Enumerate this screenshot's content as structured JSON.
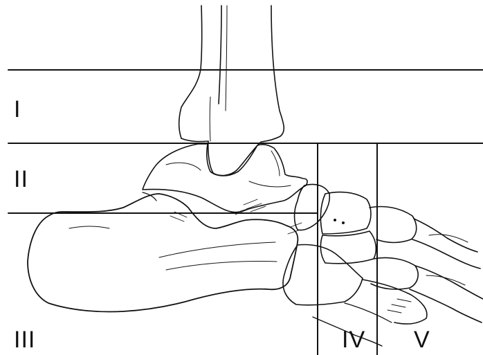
{
  "zones": {
    "zone_1": "I",
    "zone_2": "II",
    "zone_3": "III",
    "zone_4": "IV",
    "zone_5": "V"
  },
  "colors": {
    "background": "#ffffff",
    "ink": "#111111"
  }
}
